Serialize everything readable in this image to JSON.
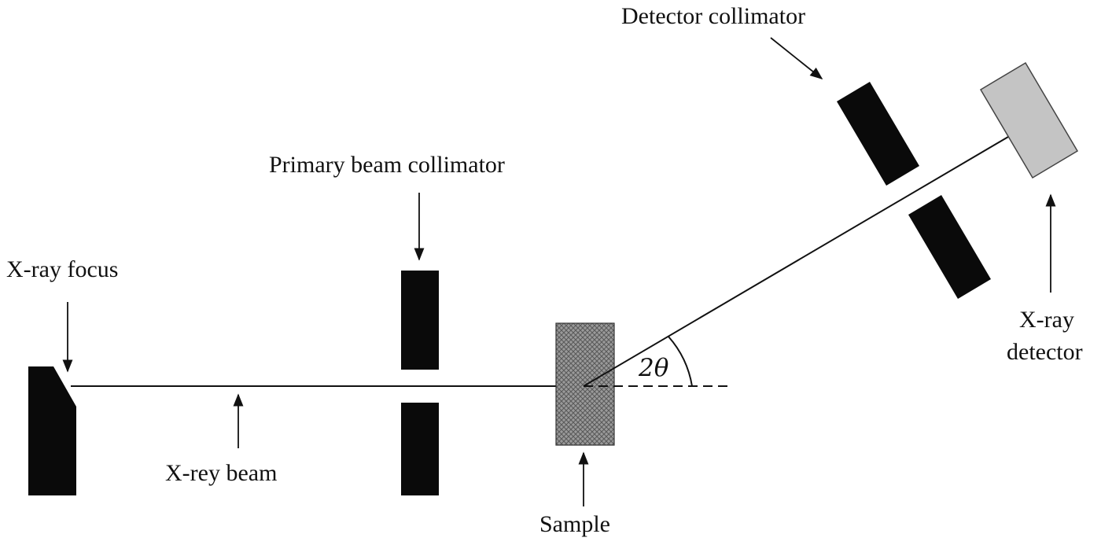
{
  "labels": {
    "xray_focus": "X-ray focus",
    "primary_collimator": "Primary beam collimator",
    "xray_beam": "X-rey beam",
    "sample": "Sample",
    "detector_collimator": "Detector collimator",
    "xray_detector_line1": "X-ray",
    "xray_detector_line2": "detector",
    "angle": "2θ"
  },
  "colors": {
    "solid": "#0a0a0a",
    "detector_fill": "#c4c4c4",
    "sample_fill": "#8a8a8a"
  }
}
